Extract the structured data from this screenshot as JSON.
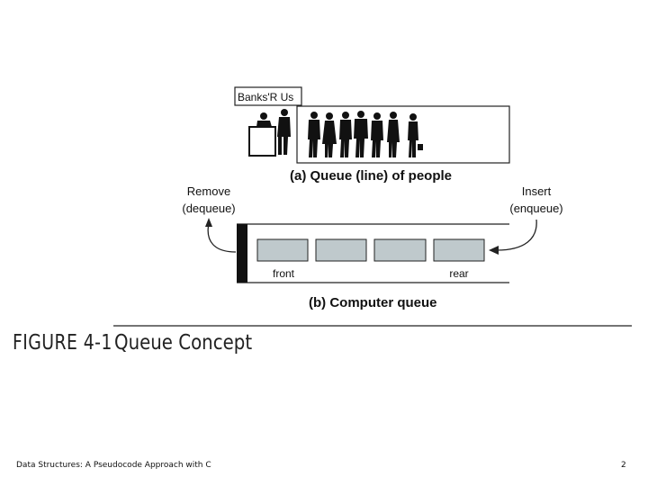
{
  "bank_sign": "Banks'R Us",
  "caption_a": "(a) Queue (line) of people",
  "remove_label": "Remove",
  "remove_sub": "(dequeue)",
  "insert_label": "Insert",
  "insert_sub": "(enqueue)",
  "front_label": "front",
  "rear_label": "rear",
  "caption_b": "(b) Computer queue",
  "figure_label": "FIGURE 4-1",
  "figure_title": "Queue Concept",
  "footer_left": "Data Structures: A Pseudocode Approach with C",
  "footer_right": "2",
  "colors": {
    "cell_fill": "#bfc9cc",
    "stroke": "#222222",
    "bar": "#111111"
  }
}
